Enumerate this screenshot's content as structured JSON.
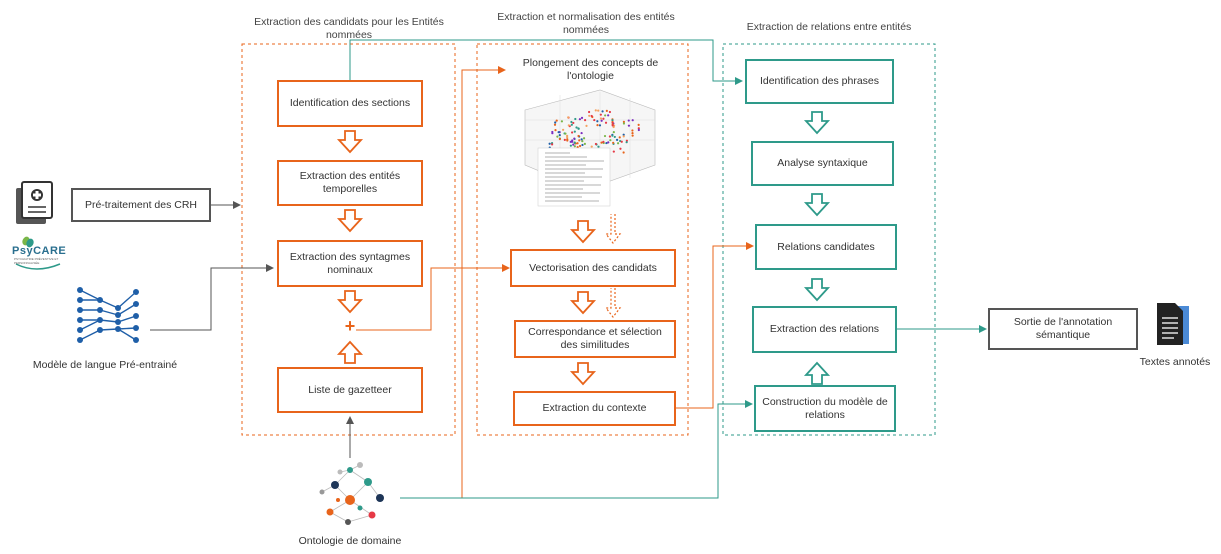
{
  "sections": {
    "candidates_title": "Extraction des candidats pour les Entités nommées",
    "normalisation_title": "Extraction et normalisation des entités nommées",
    "relations_title": "Extraction de relations entre entités"
  },
  "inputs": {
    "preprocessing": "Pré-traitement des CRH",
    "psycare_logo": "PsyCARE",
    "psycare_tagline": "PSYCHIATRIE PRÉVENTIVE ET PERSONNALISÉE",
    "language_model": "Modèle de langue Pré-entrainé",
    "ontology": "Ontologie de domaine"
  },
  "candidates": {
    "sections": "Identification des sections",
    "temporal": "Extraction des entités temporelles",
    "noun_phrases": "Extraction des syntagmes nominaux",
    "plus": "+",
    "gazetteer": "Liste de gazetteer"
  },
  "normalisation": {
    "embedding": "Plongement des concepts de l'ontologie",
    "vectorisation": "Vectorisation des candidats",
    "matching": "Correspondance et sélection des similitudes",
    "context": "Extraction du contexte"
  },
  "relations": {
    "sentences": "Identification des phrases",
    "syntax": "Analyse syntaxique",
    "candidates": "Relations candidates",
    "extraction": "Extraction des relations",
    "model": "Construction du modèle de relations"
  },
  "output": {
    "annotation": "Sortie de l'annotation sémantique",
    "annotated_texts": "Textes annotés"
  },
  "colors": {
    "orange": "#e8641b",
    "teal": "#2e9a8a",
    "gray": "#555555"
  }
}
